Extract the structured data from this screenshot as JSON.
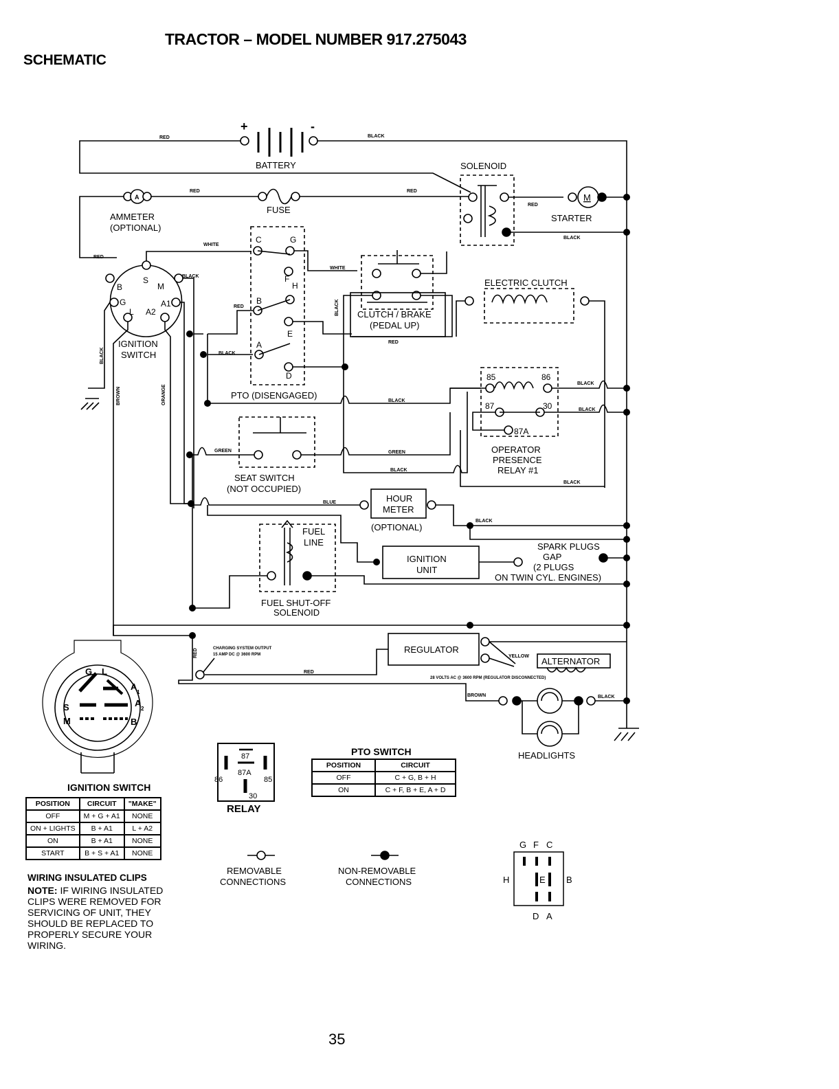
{
  "header": {
    "title": "TRACTOR – MODEL NUMBER 917.275043",
    "section": "SCHEMATIC"
  },
  "components": {
    "battery": "BATTERY",
    "battery_plus": "+",
    "battery_minus": "-",
    "solenoid": "SOLENOID",
    "ammeter_line1": "AMMETER",
    "ammeter_line2": "(OPTIONAL)",
    "ammeter_symbol": "A",
    "fuse": "FUSE",
    "starter": "STARTER",
    "starter_symbol": "M",
    "electric_clutch": "ELECTRIC CLUTCH",
    "clutch_brake_line1": "CLUTCH / BRAKE",
    "clutch_brake_line2": "(PEDAL UP)",
    "ignition_switch_line1": "IGNITION",
    "ignition_switch_line2": "SWITCH",
    "pto_disengaged": "PTO (DISENGAGED)",
    "relay_line1": "OPERATOR",
    "relay_line2": "PRESENCE",
    "relay_line3": "RELAY #1",
    "seat_switch_line1": "SEAT SWITCH",
    "seat_switch_line2": "(NOT OCCUPIED)",
    "hour_meter_line1": "HOUR",
    "hour_meter_line2": "METER",
    "hour_meter_optional": "(OPTIONAL)",
    "fuel_line_1": "FUEL",
    "fuel_line_2": "LINE",
    "fuel_solenoid_line1": "FUEL SHUT-OFF",
    "fuel_solenoid_line2": "SOLENOID",
    "ignition_unit_line1": "IGNITION",
    "ignition_unit_line2": "UNIT",
    "spark_line1": "SPARK PLUGS",
    "spark_line2": "GAP",
    "spark_line3": "(2 PLUGS",
    "spark_line4": "ON TWIN CYL. ENGINES)",
    "regulator": "REGULATOR",
    "alternator": "ALTERNATOR",
    "charging_line1": "CHARGING SYSTEM OUTPUT",
    "charging_line2": "15 AMP DC @ 3600 RPM",
    "alternator_output": "28 VOLTS AC @ 3600 RPM (REGULATOR DISCONNECTED)",
    "headlights": "HEADLIGHTS"
  },
  "terminals": {
    "ign": [
      "S",
      "M",
      "B",
      "G",
      "A1",
      "L",
      "A2"
    ],
    "pto": [
      "C",
      "G",
      "F",
      "H",
      "B",
      "E",
      "A",
      "D"
    ],
    "relay": [
      "85",
      "86",
      "87",
      "30",
      "87A"
    ],
    "ign_face": [
      "G",
      "L",
      "A",
      "A",
      "S",
      "M",
      "B"
    ],
    "ign_face_subs": [
      "1",
      "2"
    ],
    "pto_face": [
      "G",
      "F",
      "C",
      "H",
      "E",
      "B",
      "D",
      "A"
    ]
  },
  "wires": {
    "red": "RED",
    "black": "BLACK",
    "white": "WHITE",
    "green": "GREEN",
    "blue": "BLUE",
    "brown": "BROWN",
    "orange": "ORANGE",
    "yellow": "YELLOW"
  },
  "relay_box": {
    "title": "RELAY",
    "pins": [
      "87",
      "87A",
      "86",
      "85",
      "30"
    ]
  },
  "ignition_table": {
    "title": "IGNITION SWITCH",
    "headers": [
      "POSITION",
      "CIRCUIT",
      "\"MAKE\""
    ],
    "rows": [
      [
        "OFF",
        "M + G + A1",
        "NONE"
      ],
      [
        "ON + LIGHTS",
        "B + A1",
        "L + A2"
      ],
      [
        "ON",
        "B + A1",
        "NONE"
      ],
      [
        "START",
        "B + S + A1",
        "NONE"
      ]
    ]
  },
  "pto_table": {
    "title": "PTO SWITCH",
    "headers": [
      "POSITION",
      "CIRCUIT"
    ],
    "rows": [
      [
        "OFF",
        "C + G, B + H"
      ],
      [
        "ON",
        "C + F, B + E, A + D"
      ]
    ]
  },
  "legend": {
    "removable_line1": "REMOVABLE",
    "removable_line2": "CONNECTIONS",
    "nonremovable_line1": "NON-REMOVABLE",
    "nonremovable_line2": "CONNECTIONS"
  },
  "note": {
    "heading": "WIRING INSULATED CLIPS",
    "label": "NOTE:",
    "lines": [
      "IF WIRING INSULATED",
      "CLIPS WERE REMOVED FOR",
      "SERVICING OF UNIT, THEY",
      "SHOULD BE REPLACED TO",
      "PROPERLY SECURE YOUR",
      "WIRING."
    ]
  },
  "page_number": "35"
}
